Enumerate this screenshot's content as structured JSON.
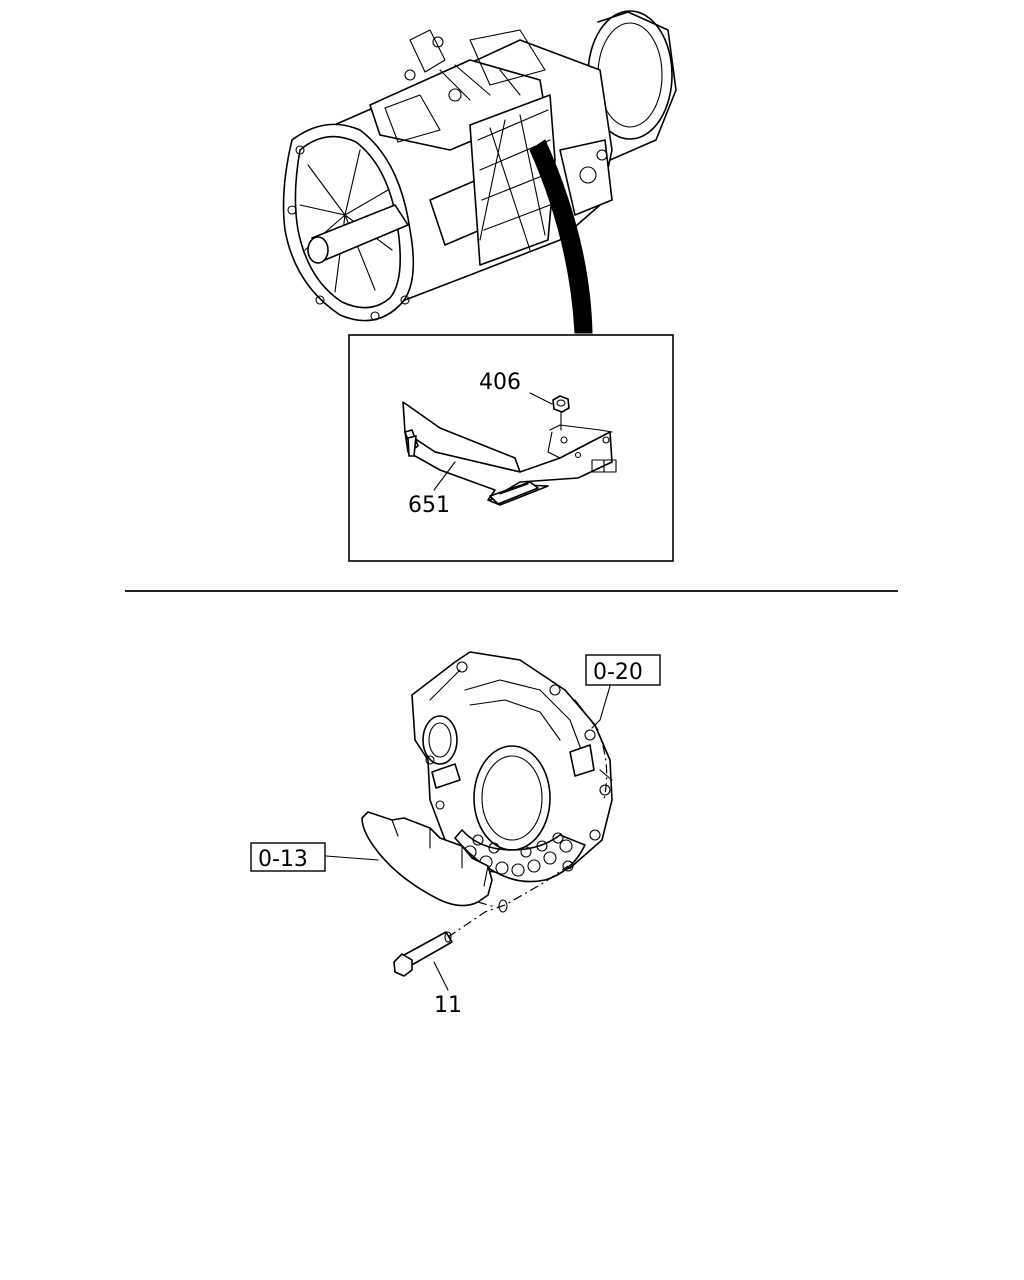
{
  "callouts": {
    "part_406": "406",
    "part_651": "651",
    "part_11": "11"
  },
  "references": {
    "ref_0_20": "0-20",
    "ref_0_13": "0-13"
  }
}
